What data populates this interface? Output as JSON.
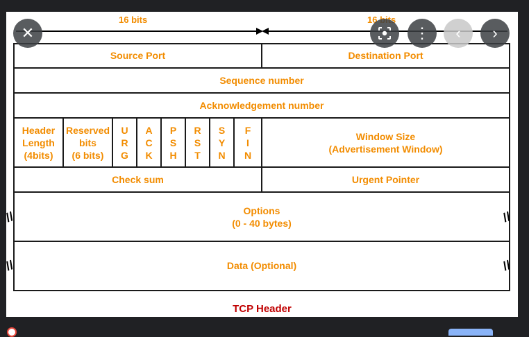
{
  "diagram": {
    "bits_left": "16 bits",
    "bits_right": "16 bits",
    "source_port": "Source Port",
    "destination_port": "Destination Port",
    "sequence_number": "Sequence number",
    "ack_number": "Acknowledgement number",
    "header_length": [
      "Header",
      "Length",
      "(4bits)"
    ],
    "reserved": [
      "Reserved",
      "bits",
      "(6 bits)"
    ],
    "flags": [
      [
        "U",
        "R",
        "G"
      ],
      [
        "A",
        "C",
        "K"
      ],
      [
        "P",
        "S",
        "H"
      ],
      [
        "R",
        "S",
        "T"
      ],
      [
        "S",
        "Y",
        "N"
      ],
      [
        "F",
        "I",
        "N"
      ]
    ],
    "window_size": [
      "Window Size",
      "(Advertisement Window)"
    ],
    "checksum": "Check sum",
    "urgent_pointer": "Urgent Pointer",
    "options": [
      "Options",
      "(0 - 40 bytes)"
    ],
    "data": "Data (Optional)",
    "caption": "TCP Header"
  },
  "controls": {
    "close_icon": "close-icon",
    "lens_icon": "lens-icon",
    "more_icon": "more-vert-icon",
    "prev_icon": "chevron-left-icon",
    "next_icon": "chevron-right-icon",
    "close_glyph": "✕",
    "more_glyph": "⋮",
    "prev_glyph": "‹",
    "next_glyph": "›"
  },
  "colors": {
    "label": "#f28c00",
    "caption": "#c00000",
    "background": "#202124"
  }
}
